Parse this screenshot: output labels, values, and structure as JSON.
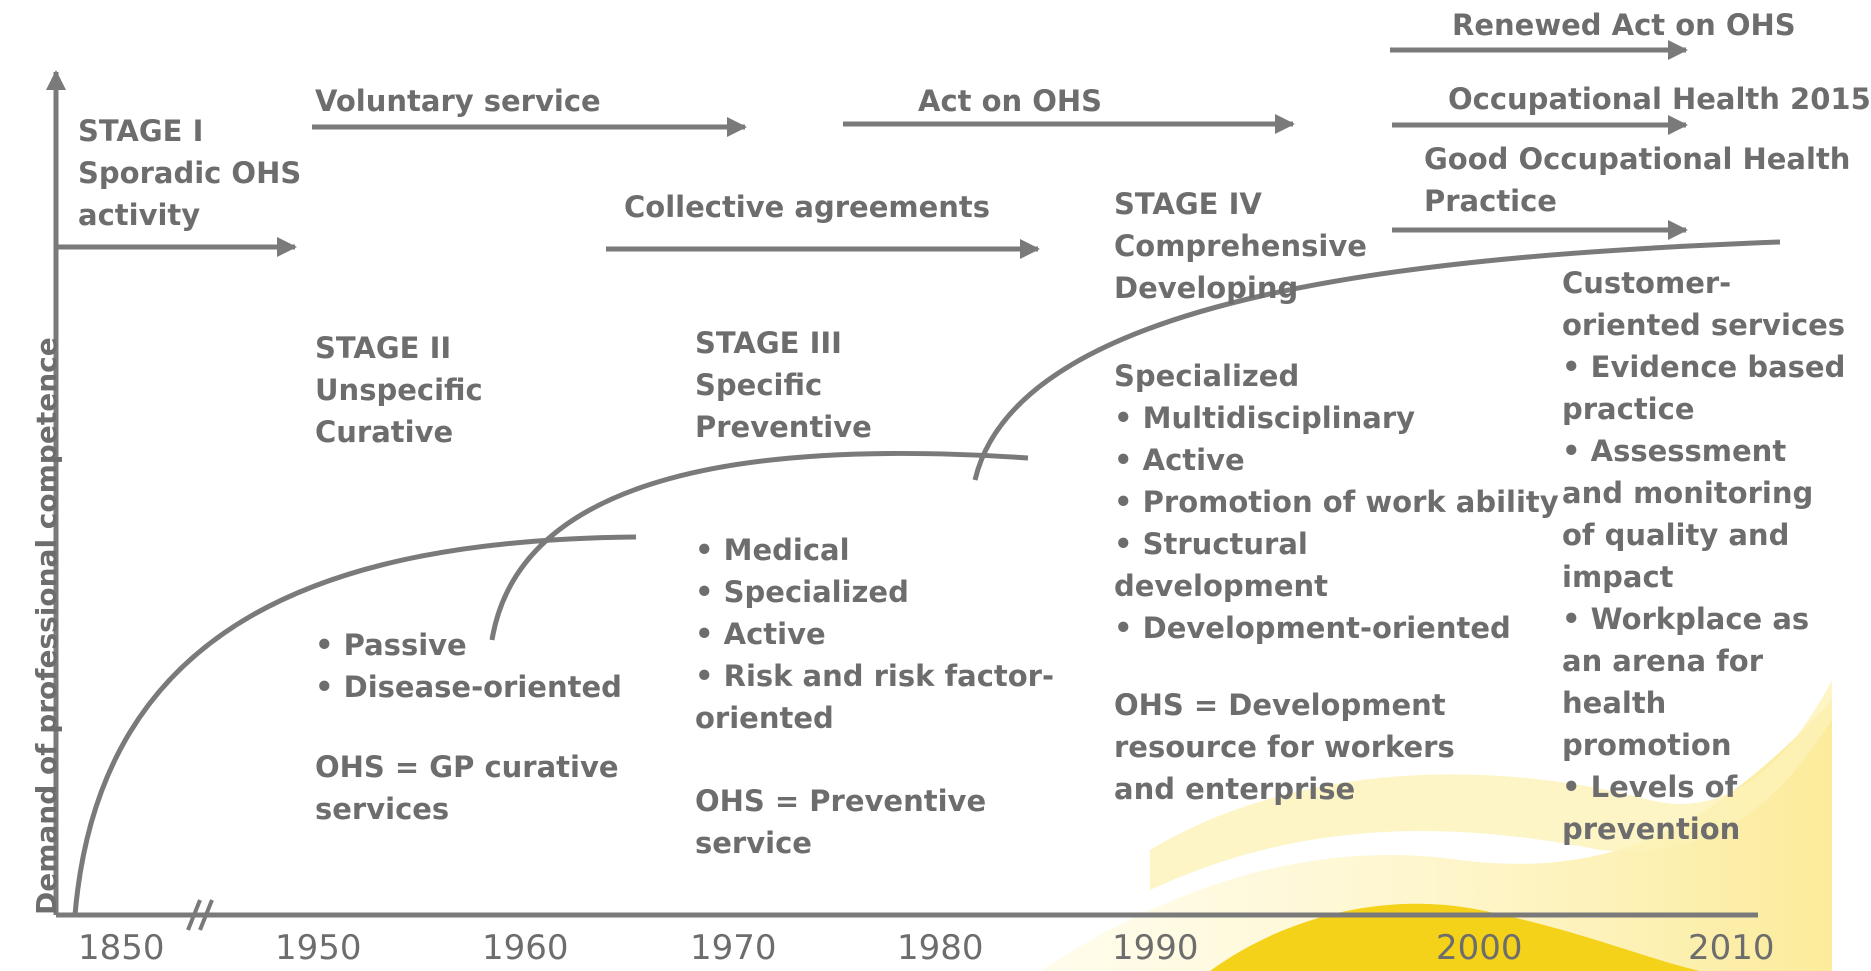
{
  "y_axis_label": "Demand of professional competence",
  "x_ticks": [
    "1850",
    "1950",
    "1960",
    "1970",
    "1980",
    "1990",
    "2000",
    "2010"
  ],
  "arrows": {
    "voluntary": "Voluntary service",
    "act": "Act on OHS",
    "collective": "Collective agreements",
    "renewed": "Renewed Act on OHS",
    "occ2015": "Occupational Health 2015",
    "good_practice": [
      "Good Occupational Health",
      "Practice"
    ]
  },
  "stages": {
    "s1": [
      "STAGE I",
      "Sporadic OHS",
      "activity"
    ],
    "s2": [
      "STAGE II",
      "Unspecific",
      "Curative"
    ],
    "s3": [
      "STAGE III",
      "Specific",
      "Preventive"
    ],
    "s4": [
      "STAGE IV",
      "Comprehensive",
      "Developing"
    ]
  },
  "stage2_details": [
    "• Passive",
    "• Disease-oriented"
  ],
  "stage2_ohs": [
    "OHS = GP curative",
    "services"
  ],
  "stage3_details": [
    "• Medical",
    "• Specialized",
    "• Active",
    "• Risk and risk factor-",
    "oriented"
  ],
  "stage3_ohs": [
    "OHS = Preventive",
    "service"
  ],
  "stage4_details": [
    "Specialized",
    "• Multidisciplinary",
    "• Active",
    "• Promotion of work ability",
    "• Structural",
    "development",
    "• Development-oriented"
  ],
  "stage4_ohs": [
    "OHS = Development",
    "resource for workers",
    "and enterprise"
  ],
  "future_details": [
    "Customer-",
    "oriented services",
    "• Evidence based",
    "practice",
    "• Assessment",
    "and monitoring",
    "of quality and",
    "impact",
    "• Workplace as",
    "an arena for",
    "health",
    "promotion",
    "• Levels of",
    "prevention"
  ],
  "colors": {
    "line": "#7a7a7a",
    "text": "#6d6d6d",
    "accent": "#f5d21a"
  }
}
